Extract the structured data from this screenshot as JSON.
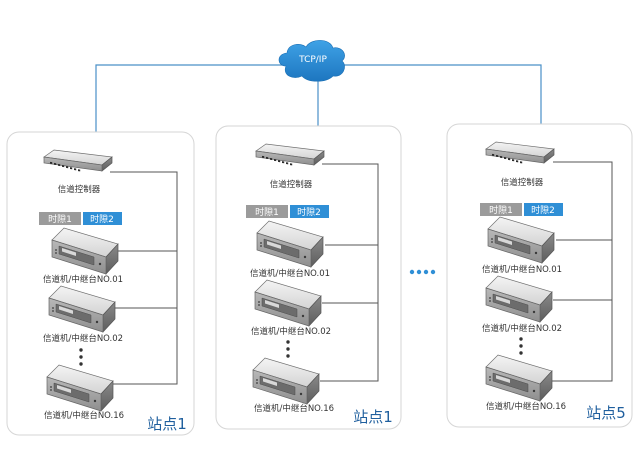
{
  "cloud": {
    "label": "TCP/IP",
    "color": "#2e8fd6"
  },
  "colors": {
    "slot1": "#9b9b9b",
    "slot2": "#2f8fd6",
    "site_label": "#1f5f9e",
    "network_line": "#4a90c8"
  },
  "ellipsis": "....",
  "sites": [
    {
      "label": "站点1",
      "controller": "信道控制器",
      "slots": [
        "时隙1",
        "时隙2"
      ],
      "repeaters": [
        "信道机/中继台NO.01",
        "信道机/中继台NO.02",
        "信道机/中继台NO.16"
      ]
    },
    {
      "label": "站点1",
      "controller": "信道控制器",
      "slots": [
        "时隙1",
        "时隙2"
      ],
      "repeaters": [
        "信道机/中继台NO.01",
        "信道机/中继台NO.02",
        "信道机/中继台NO.16"
      ]
    },
    {
      "label": "站点5",
      "controller": "信道控制器",
      "slots": [
        "时隙1",
        "时隙2"
      ],
      "repeaters": [
        "信道机/中继台NO.01",
        "信道机/中继台NO.02",
        "信道机/中继台NO.16"
      ]
    }
  ]
}
